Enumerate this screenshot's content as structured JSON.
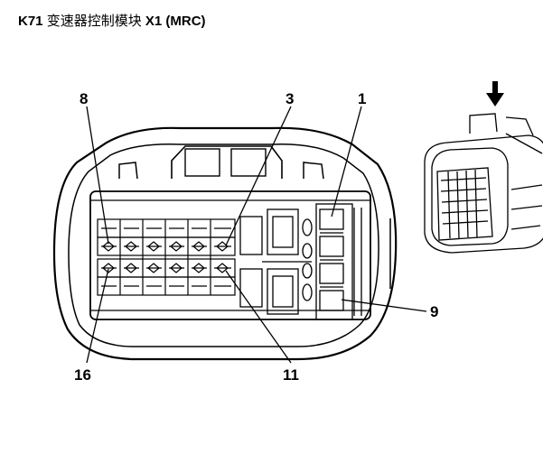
{
  "title": {
    "code": "K71",
    "name": "变速器控制模块",
    "connector": "X1 (MRC)"
  },
  "pin_labels": {
    "p8": "8",
    "p3": "3",
    "p1": "1",
    "p9": "9",
    "p16": "16",
    "p11": "11"
  },
  "icons": {
    "view_arrow": "down-arrow-icon"
  }
}
